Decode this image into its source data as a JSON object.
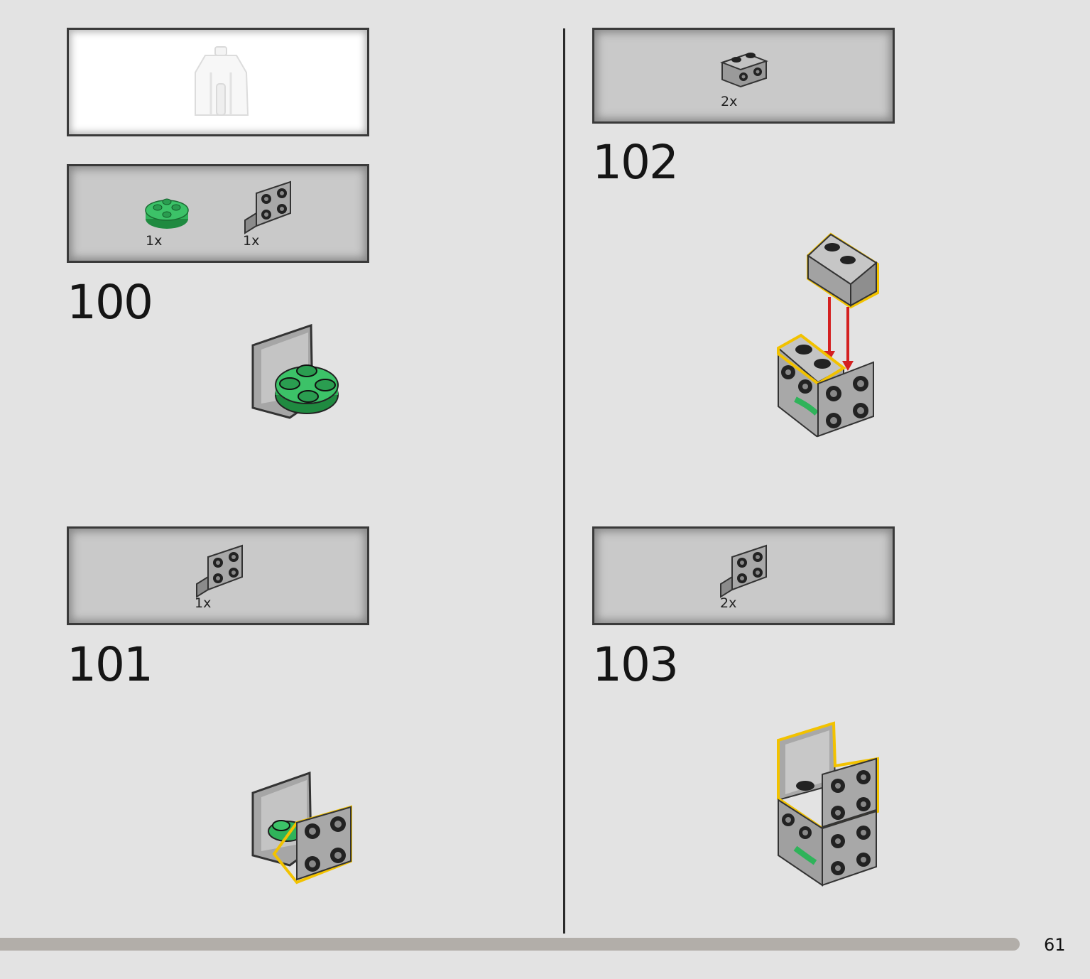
{
  "steps": [
    {
      "number": "100",
      "parts": [
        {
          "icon": "green-round-plate-icon",
          "qty": "1x"
        },
        {
          "icon": "gray-bracket-icon",
          "qty": "1x"
        }
      ]
    },
    {
      "number": "101",
      "parts": [
        {
          "icon": "gray-bracket-icon",
          "qty": "1x"
        }
      ]
    },
    {
      "number": "102",
      "parts": [
        {
          "icon": "gray-brick-1x2-icon",
          "qty": "2x"
        }
      ]
    },
    {
      "number": "103",
      "parts": [
        {
          "icon": "gray-bracket-icon",
          "qty": "2x"
        }
      ]
    }
  ],
  "page_number": "61",
  "colors": {
    "background": "#e3e3e3",
    "panel": "#c9c9c9",
    "lego_green": "#2fb35a",
    "lego_gray": "#a3a3a3",
    "highlight_yellow": "#f2c200",
    "arrow_red": "#d42020"
  }
}
